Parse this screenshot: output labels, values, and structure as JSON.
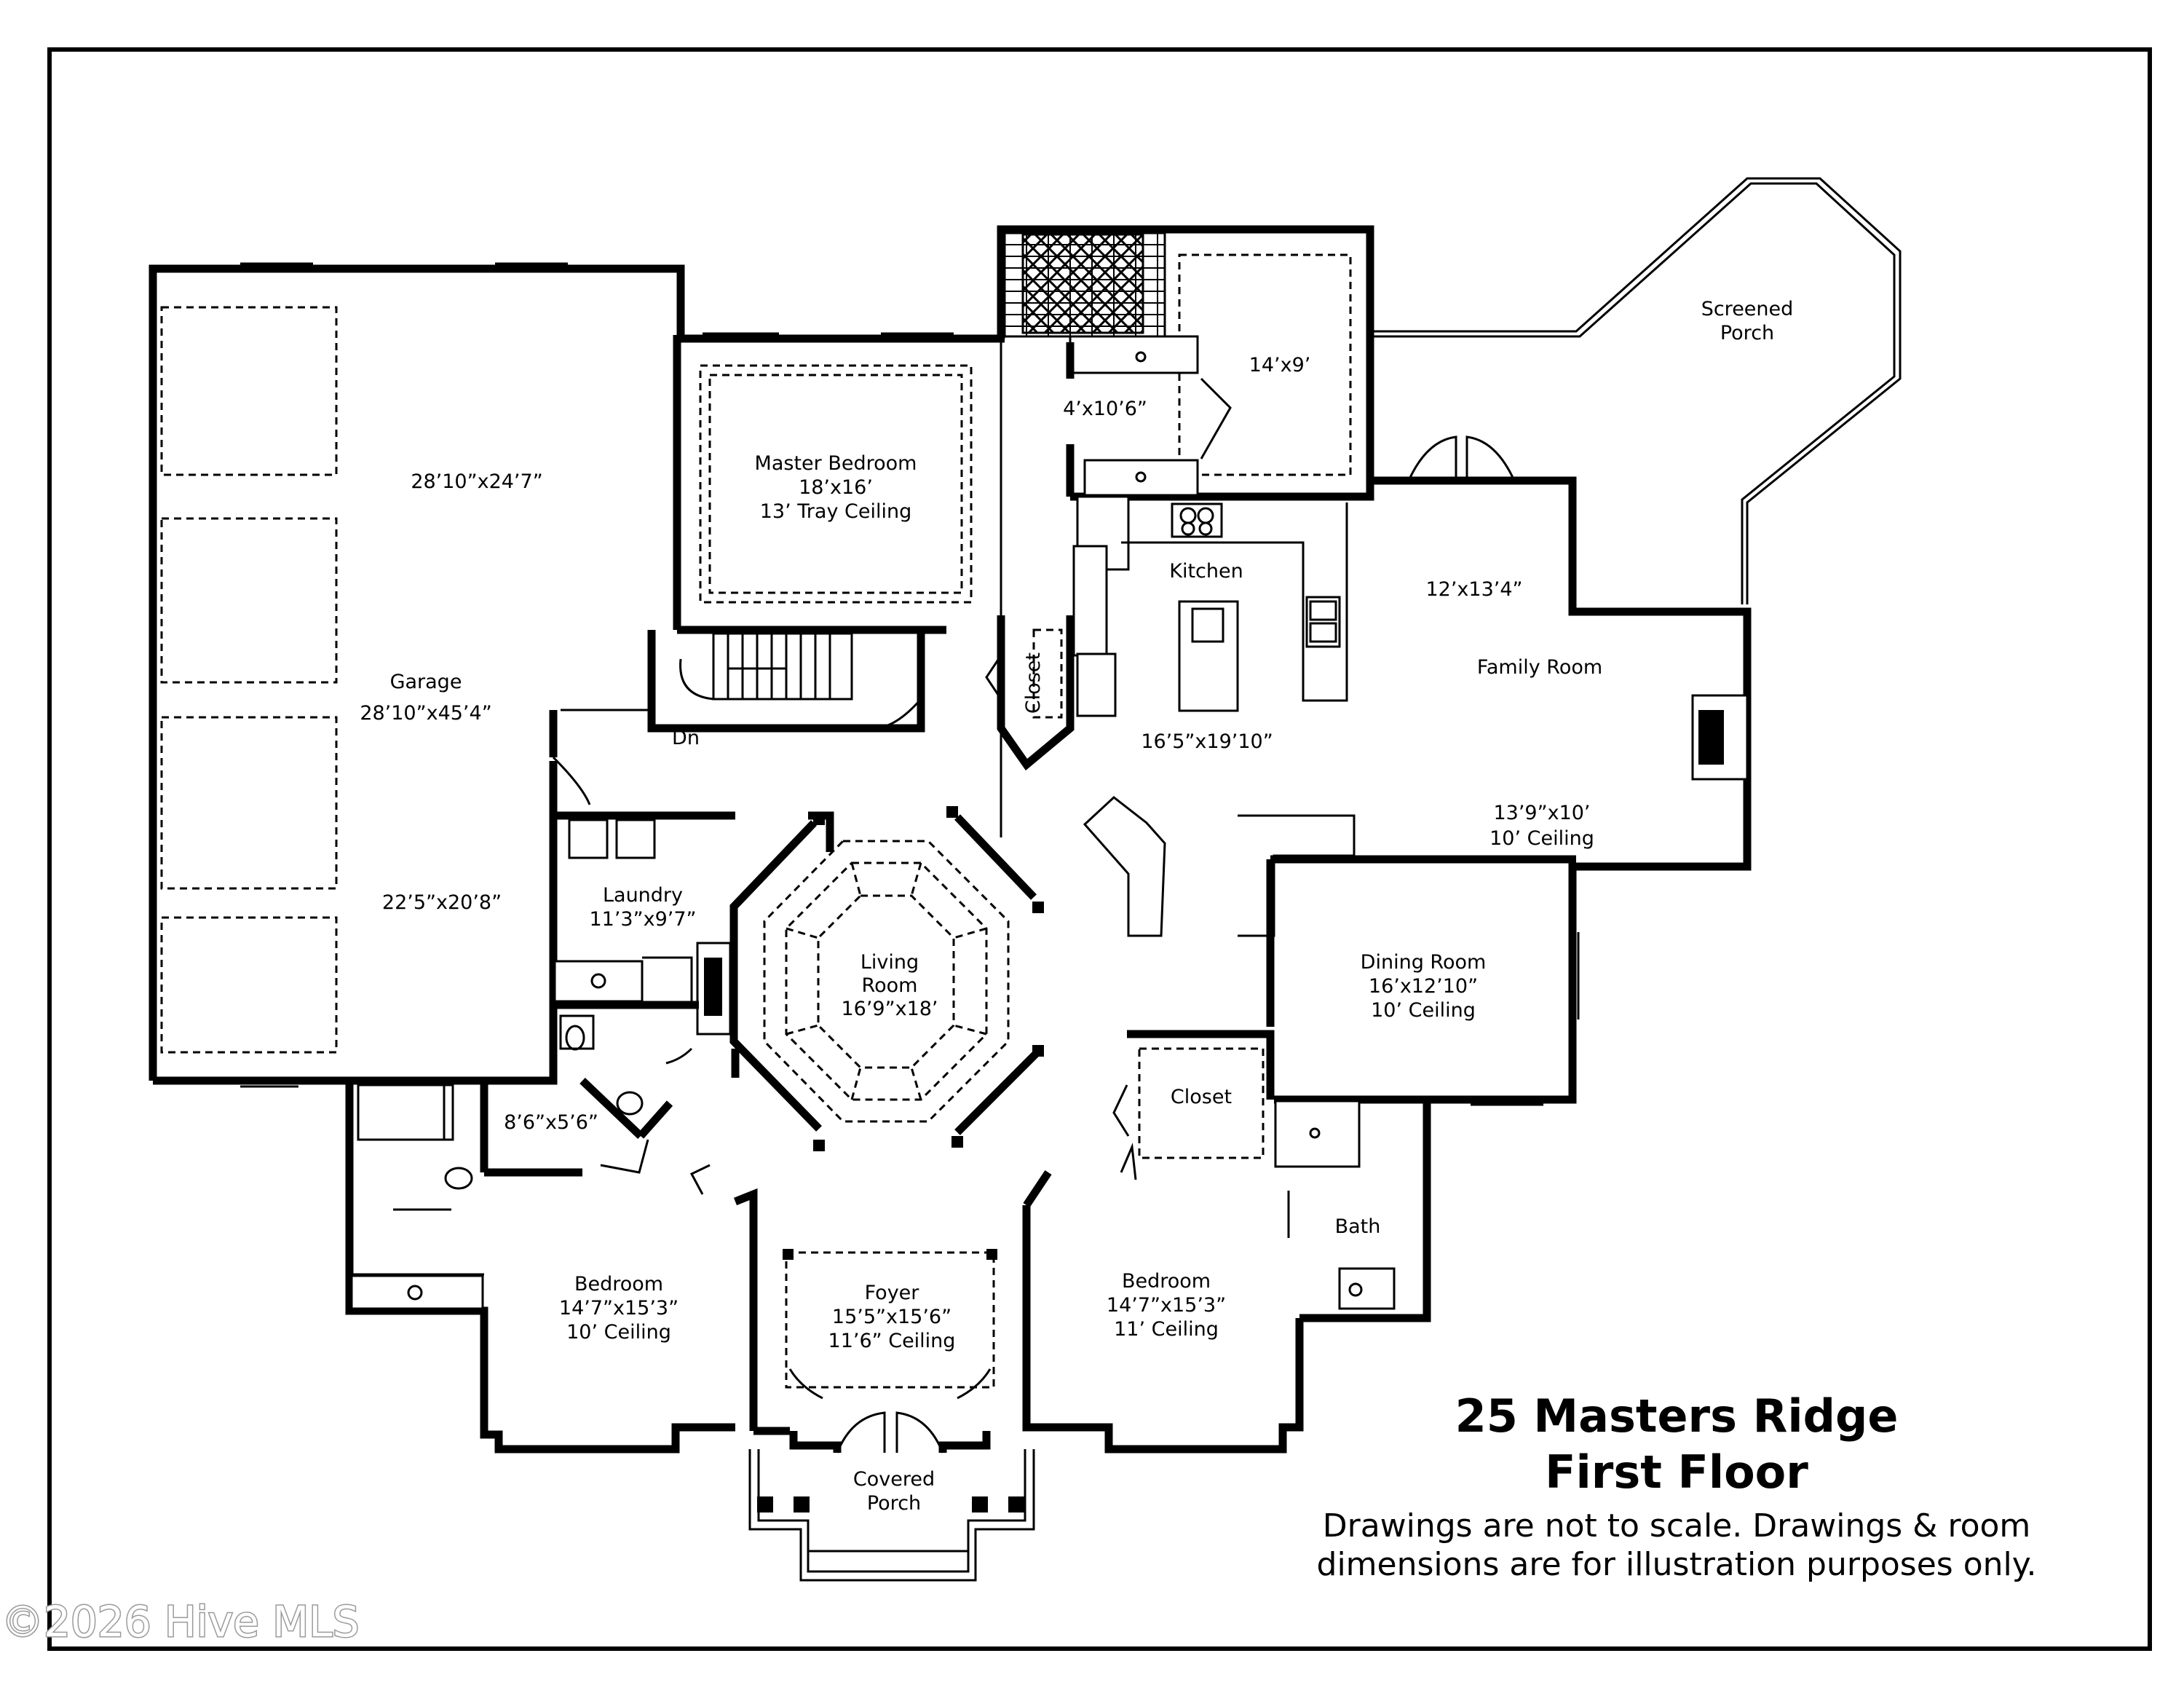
{
  "plan": {
    "title_line1": "25 Masters Ridge",
    "title_line2": "First Floor",
    "disclaimer_line1": "Drawings are not to scale. Drawings & room",
    "disclaimer_line2": "dimensions are for illustration purposes only.",
    "watermark": "©2026 Hive MLS"
  },
  "rooms": {
    "screened_porch": [
      "Screened",
      "Porch"
    ],
    "bath_suite_14x9": [
      "14’x9’"
    ],
    "hall_4x106": [
      "4’x10’6”"
    ],
    "master_bedroom": [
      "Master Bedroom",
      "18’x16’",
      "13’ Tray Ceiling"
    ],
    "garage_top": [
      "28’10”x24’7”"
    ],
    "garage": [
      "Garage",
      "28’10”x45’4”"
    ],
    "garage_bottom": [
      "22’5”x20’8”"
    ],
    "kitchen": [
      "Kitchen"
    ],
    "kitchen_dims": [
      "16’5”x19’10”"
    ],
    "family_top": [
      "12’x13’4”"
    ],
    "family_room": [
      "Family Room"
    ],
    "family_dims": [
      "13’9”x10’",
      "10’ Ceiling"
    ],
    "closet_north": [
      "Closet"
    ],
    "stairs_down": [
      "Dn"
    ],
    "laundry": [
      "Laundry",
      "11’3”x9’7”"
    ],
    "living_room": [
      "Living",
      "Room",
      "16’9”x18’"
    ],
    "dining_room": [
      "Dining Room",
      "16’x12’10”",
      "10’ Ceiling"
    ],
    "closet_south": [
      "Closet"
    ],
    "bath": [
      "Bath"
    ],
    "small_bath": [
      "8’6”x5’6”"
    ],
    "bedroom_west": [
      "Bedroom",
      "14’7”x15’3”",
      "10’ Ceiling"
    ],
    "foyer": [
      "Foyer",
      "15’5”x15’6”",
      "11’6” Ceiling"
    ],
    "bedroom_east": [
      "Bedroom",
      "14’7”x15’3”",
      "11’ Ceiling"
    ],
    "covered_porch": [
      "Covered",
      "Porch"
    ]
  }
}
